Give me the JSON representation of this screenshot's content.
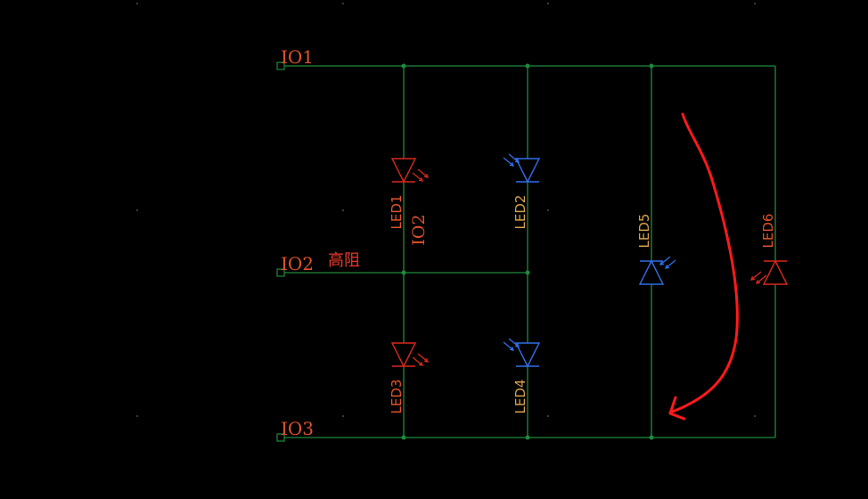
{
  "ports": {
    "io1": "IO1",
    "io2": "IO2",
    "io3": "IO3"
  },
  "annotation": {
    "high_impedance": "高阻",
    "rotated_io2": "IO2"
  },
  "leds": [
    {
      "id": "led1",
      "label": "LED1",
      "color": "#d8281e",
      "label_color": "#e0522a"
    },
    {
      "id": "led2",
      "label": "LED2",
      "color": "#2f6fe8",
      "label_color": "#d8a04a"
    },
    {
      "id": "led3",
      "label": "LED3",
      "color": "#d8281e",
      "label_color": "#e0522a"
    },
    {
      "id": "led4",
      "label": "LED4",
      "color": "#2f6fe8",
      "label_color": "#d8a04a"
    },
    {
      "id": "led5",
      "label": "LED5",
      "color": "#2f6fe8",
      "label_color": "#d8a04a"
    },
    {
      "id": "led6",
      "label": "LED6",
      "color": "#d8281e",
      "label_color": "#e0522a"
    }
  ],
  "colors": {
    "background": "#000000",
    "wire": "#1f8a3c",
    "red_component": "#d8281e",
    "blue_component": "#2f6fe8",
    "arrow": "#ff1a1a"
  }
}
